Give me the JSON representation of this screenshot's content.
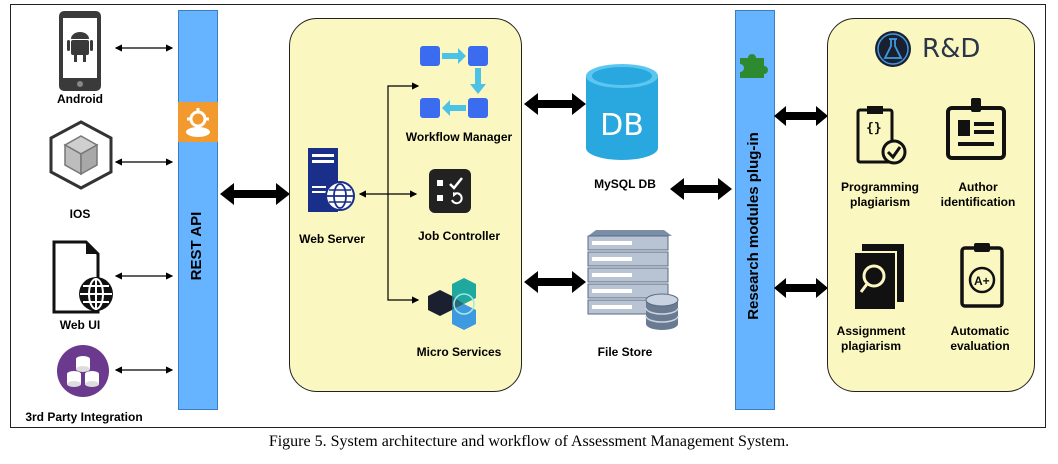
{
  "clients": {
    "android": "Android",
    "ios": "IOS",
    "webui": "Web UI",
    "third_party": "3rd Party Integration"
  },
  "rest_api": "REST API",
  "server_panel": {
    "web_server": "Web Server",
    "workflow_manager": "Workflow Manager",
    "job_controller": "Job Controller",
    "micro_services": "Micro Services"
  },
  "storage": {
    "db_label": "DB",
    "mysql": "MySQL DB",
    "file_store": "File Store"
  },
  "research_bar": "Research modules plug-in",
  "rnd_panel": {
    "logo_text": "R&D",
    "programming_plagiarism": "Programming plagiarism",
    "author_identification": "Author identification",
    "assignment_plagiarism": "Assignment plagiarism",
    "automatic_evaluation": "Automatic evaluation",
    "grade_text": "A+"
  },
  "caption": "Figure 5. System architecture and workflow of Assessment Management System.",
  "colors": {
    "bar_blue": "#66b3ff",
    "panel_yellow": "#fbf7c0",
    "db_blue": "#29a8e0",
    "workflow_blue": "#3b6cf0",
    "workflow_arrow": "#4cc3e6",
    "third_party_purple": "#6b3a8e",
    "api_orange": "#f29a2e"
  }
}
